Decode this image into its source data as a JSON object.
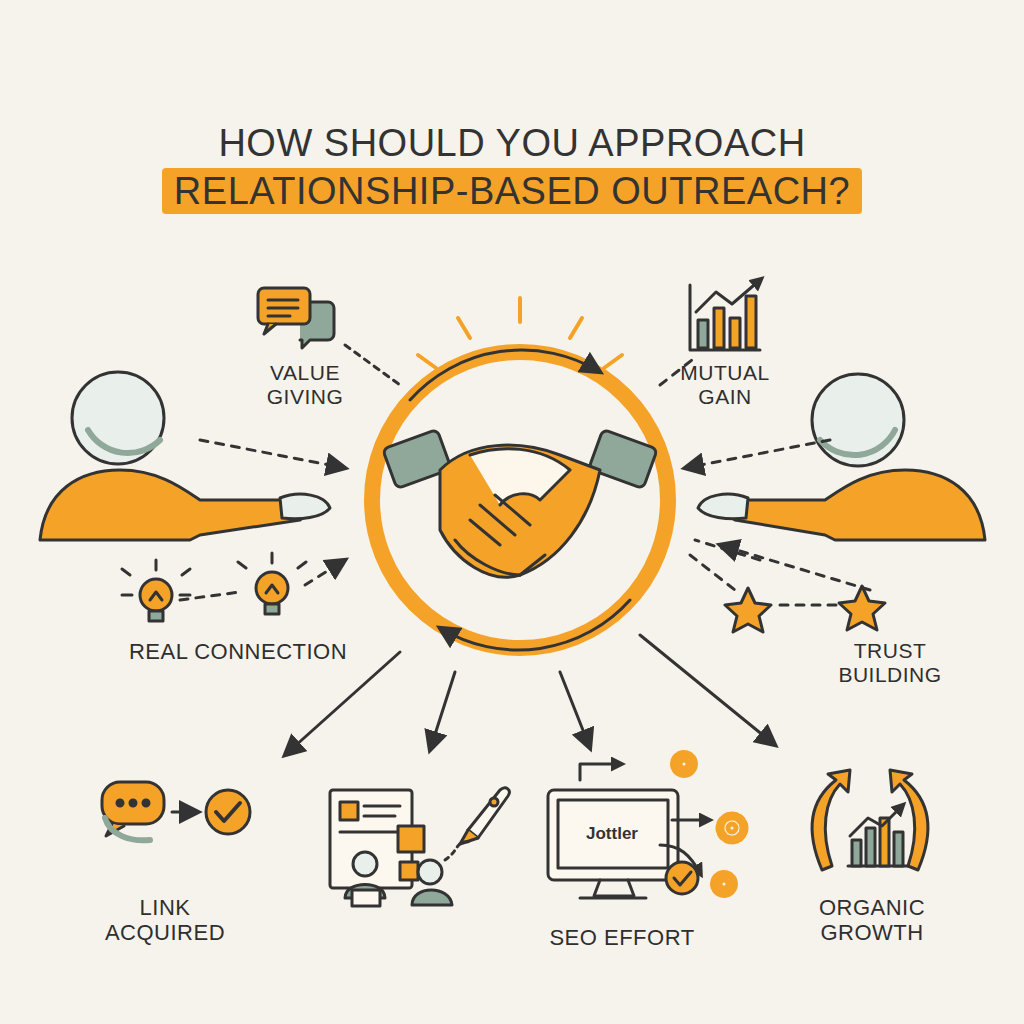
{
  "diagram": {
    "title": "HOW SHOULD YOU APPROACH RELATIONSHIP-BASED OUTREACH?",
    "labels": [
      "VALUE GIVING",
      "MUTUAL GAIN",
      "REAL CONNECTION",
      "TRUST BUILDING",
      "LINK ACQUIRED",
      "Jottler",
      "SEO EFFORT",
      "ORGANIC GROWTH"
    ]
  }
}
